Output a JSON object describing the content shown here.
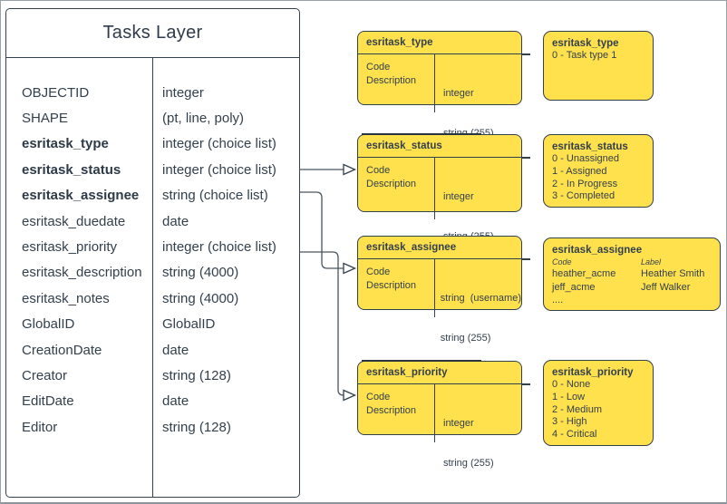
{
  "tasks_layer": {
    "title": "Tasks Layer",
    "fields": [
      {
        "name": "OBJECTID",
        "type": "integer",
        "bold": false
      },
      {
        "name": "SHAPE",
        "type": "(pt, line, poly)",
        "bold": false
      },
      {
        "name": "esritask_type",
        "type": "integer (choice list)",
        "bold": true
      },
      {
        "name": "esritask_status",
        "type": "integer (choice list)",
        "bold": true
      },
      {
        "name": "esritask_assignee",
        "type": "string (choice list)",
        "bold": true
      },
      {
        "name": "esritask_duedate",
        "type": "date",
        "bold": false
      },
      {
        "name": "esritask_priority",
        "type": "integer (choice list)",
        "bold": false
      },
      {
        "name": "esritask_description",
        "type": "string (4000)",
        "bold": false
      },
      {
        "name": "esritask_notes",
        "type": "string (4000)",
        "bold": false
      },
      {
        "name": "GlobalID",
        "type": "GlobalID",
        "bold": false
      },
      {
        "name": "CreationDate",
        "type": "date",
        "bold": false
      },
      {
        "name": "Creator",
        "type": "string (128)",
        "bold": false
      },
      {
        "name": "EditDate",
        "type": "date",
        "bold": false
      },
      {
        "name": "Editor",
        "type": "string (128)",
        "bold": false
      }
    ]
  },
  "schema_boxes": [
    {
      "title": "esritask_type",
      "rows": [
        {
          "field": "Code",
          "type": "integer"
        },
        {
          "field": "Description",
          "type": "string (255)"
        }
      ]
    },
    {
      "title": "esritask_status",
      "rows": [
        {
          "field": "Code",
          "type": "integer"
        },
        {
          "field": "Description",
          "type": "string (255)"
        }
      ]
    },
    {
      "title": "esritask_assignee",
      "rows": [
        {
          "field": "Code",
          "type": "string  (username)"
        },
        {
          "field": "Description",
          "type": "string (255)"
        }
      ]
    },
    {
      "title": "esritask_priority",
      "rows": [
        {
          "field": "Code",
          "type": "integer"
        },
        {
          "field": "Description",
          "type": "string (255)"
        }
      ]
    }
  ],
  "legend_boxes": {
    "type": {
      "title": "esritask_type",
      "values": [
        {
          "label": "0 - Task type 1"
        }
      ]
    },
    "status": {
      "title": "esritask_status",
      "values": [
        {
          "label": "0 - Unassigned"
        },
        {
          "label": "1 - Assigned"
        },
        {
          "label": "2 - In Progress"
        },
        {
          "label": "3 - Completed"
        }
      ]
    },
    "assignee": {
      "title": "esritask_assignee",
      "col_code": "Code",
      "col_label": "Label",
      "entries": [
        {
          "code": "heather_acme",
          "label": "Heather Smith"
        },
        {
          "code": "jeff_acme",
          "label": "Jeff Walker"
        }
      ],
      "more": "...."
    },
    "priority": {
      "title": "esritask_priority",
      "values": [
        {
          "label": "0 - None"
        },
        {
          "label": "1 - Low"
        },
        {
          "label": "2 - Medium"
        },
        {
          "label": "3 - High"
        },
        {
          "label": "4 - Critical"
        }
      ]
    }
  },
  "colors": {
    "box_fill": "#FFE14D",
    "box_border": "#33404D",
    "text": "#33404D",
    "connector": "#49545F",
    "canvas_frame": "#9aa2a9"
  }
}
